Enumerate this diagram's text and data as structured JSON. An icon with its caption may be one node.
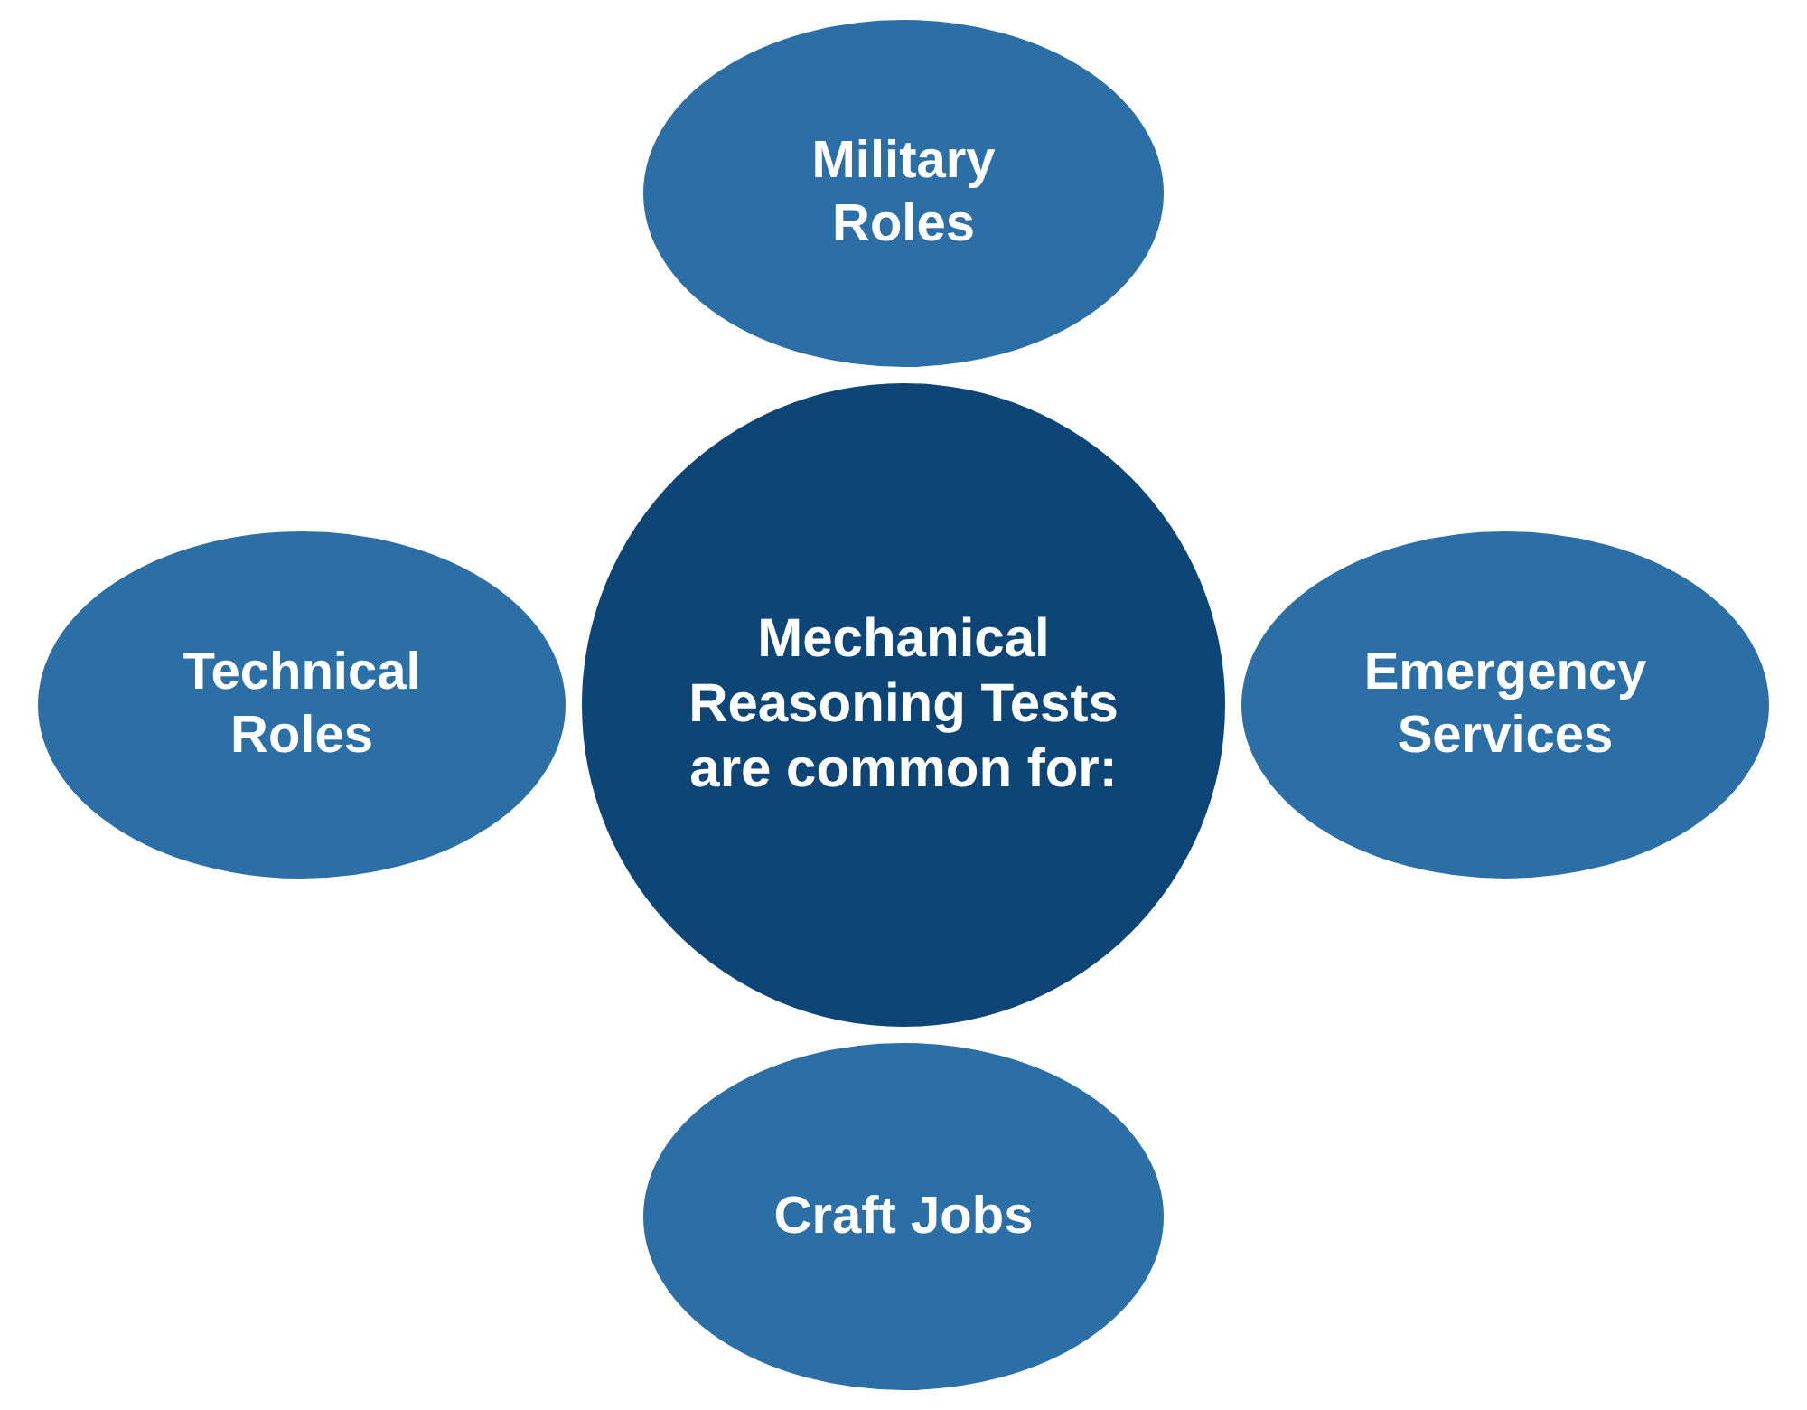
{
  "diagram": {
    "nodes": [
      {
        "text": [
          "Mechanical Reasoning Tests are common for:"
        ]
      },
      {
        "text": [
          "Military Roles"
        ]
      },
      {
        "text": [
          "Technical Roles"
        ]
      },
      {
        "text": [
          "Emergency Services"
        ]
      },
      {
        "text": [
          "Craft Jobs"
        ]
      }
    ]
  }
}
